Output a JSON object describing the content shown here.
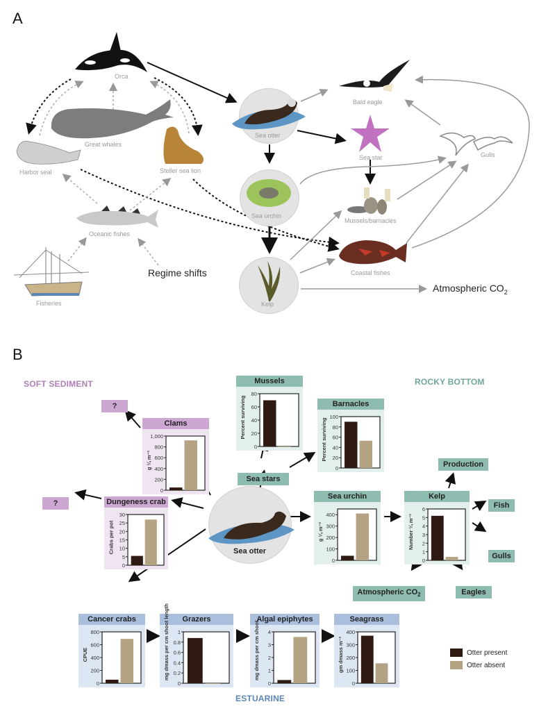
{
  "panel_a": {
    "letter": "A",
    "nodes": {
      "orca": "Orca",
      "great_whales": "Great whales",
      "harbor_seal": "Harbor seal",
      "steller_sea_lion": "Steller sea lion",
      "oceanic_fishes": "Oceanic fishes",
      "fisheries": "Fisheries",
      "regime_shifts": "Regime shifts",
      "sea_otter": "Sea otter",
      "sea_urchin": "Sea urchin",
      "kelp": "Kelp",
      "bald_eagle": "Bald eagle",
      "sea_star": "Sea star",
      "mussels_barnacles": "Mussels/barnacles",
      "coastal_fishes": "Coastal fishes",
      "gulls": "Gulls",
      "atmospheric_co2": "Atmospheric CO",
      "co2_subscript": "2"
    }
  },
  "panel_b": {
    "letter": "B",
    "regions": {
      "soft_sediment": "SOFT SEDIMENT",
      "rocky_bottom": "ROCKY BOTTOM",
      "estuarine": "ESTUARINE"
    },
    "colors": {
      "soft_sediment_header": "#cba7d1",
      "soft_sediment_body": "#efe5f1",
      "rocky_header": "#8fbcb0",
      "rocky_body": "#e3efec",
      "estuarine_header": "#a9bfdc",
      "estuarine_body": "#dde7f3",
      "otter_present": "#2e1a12",
      "otter_absent": "#b3a383",
      "soft_text": "#b07fb8",
      "rocky_text": "#6fa79a",
      "estuarine_text": "#5b86b5"
    },
    "center_label": "Sea otter",
    "tags": {
      "unknown_top": "?",
      "unknown_left": "?",
      "sea_stars": "Sea stars",
      "production": "Production",
      "fish": "Fish",
      "gulls": "Gulls",
      "eagles": "Eagles",
      "atmospheric_co2": "Atmospheric CO",
      "co2_subscript": "2"
    },
    "legend": {
      "otter_present": "Otter present",
      "otter_absent": "Otter absent"
    }
  },
  "chart_data": [
    {
      "type": "bar",
      "title": "Clams",
      "ylabel": "g ¼ m⁻²",
      "categories": [
        "Otter present",
        "Otter absent"
      ],
      "values": [
        50,
        920
      ],
      "ylim": [
        0,
        1000
      ],
      "yticks": [
        "0",
        "200",
        "400",
        "600",
        "800",
        "1,000"
      ],
      "habitat": "soft_sediment"
    },
    {
      "type": "bar",
      "title": "Dungeness crab",
      "ylabel": "Crabs per pot",
      "categories": [
        "Otter present",
        "Otter absent"
      ],
      "values": [
        5.5,
        27
      ],
      "ylim": [
        0,
        30
      ],
      "yticks": [
        "0",
        "5",
        "10",
        "15",
        "20",
        "25",
        "30"
      ],
      "habitat": "soft_sediment"
    },
    {
      "type": "bar",
      "title": "Mussels",
      "ylabel": "Percent surviving",
      "categories": [
        "Otter present",
        "Otter absent"
      ],
      "values": [
        70,
        0
      ],
      "ylim": [
        0,
        80
      ],
      "yticks": [
        "0",
        "20",
        "40",
        "60",
        "80"
      ],
      "habitat": "rocky_bottom"
    },
    {
      "type": "bar",
      "title": "Barnacles",
      "ylabel": "Percent surviving",
      "categories": [
        "Otter present",
        "Otter absent"
      ],
      "values": [
        90,
        53
      ],
      "ylim": [
        0,
        100
      ],
      "yticks": [
        "0",
        "20",
        "40",
        "60",
        "80",
        "100"
      ],
      "habitat": "rocky_bottom"
    },
    {
      "type": "bar",
      "title": "Sea urchin",
      "ylabel": "g ¼ m⁻²",
      "categories": [
        "Otter present",
        "Otter absent"
      ],
      "values": [
        40,
        410
      ],
      "ylim": [
        0,
        450
      ],
      "yticks": [
        "0",
        "100",
        "200",
        "300",
        "400"
      ],
      "habitat": "rocky_bottom"
    },
    {
      "type": "bar",
      "title": "Kelp",
      "ylabel": "Number ¼ m⁻²",
      "categories": [
        "Otter present",
        "Otter absent"
      ],
      "values": [
        5.2,
        0.4
      ],
      "ylim": [
        0,
        6
      ],
      "yticks": [
        "0",
        "1",
        "2",
        "3",
        "4",
        "5",
        "6"
      ],
      "habitat": "rocky_bottom"
    },
    {
      "type": "bar",
      "title": "Cancer crabs",
      "ylabel": "CPUE",
      "categories": [
        "Otter present",
        "Otter absent"
      ],
      "values": [
        55,
        690
      ],
      "ylim": [
        0,
        800
      ],
      "yticks": [
        "0",
        "200",
        "400",
        "600",
        "800"
      ],
      "habitat": "estuarine"
    },
    {
      "type": "bar",
      "title": "Grazers",
      "ylabel": "mg dmass per cm shoot length",
      "categories": [
        "Otter present",
        "Otter absent"
      ],
      "values": [
        0.88,
        0
      ],
      "ylim": [
        0,
        1
      ],
      "yticks": [
        "0",
        "0.2",
        "0.4",
        "0.6",
        "0.8",
        "1"
      ],
      "habitat": "estuarine"
    },
    {
      "type": "bar",
      "title": "Algal epiphytes",
      "ylabel": "mg dmass per cm shoot",
      "categories": [
        "Otter present",
        "Otter absent"
      ],
      "values": [
        0.25,
        3.6
      ],
      "ylim": [
        0,
        4
      ],
      "yticks": [
        "0",
        "1",
        "2",
        "3",
        "4"
      ],
      "habitat": "estuarine"
    },
    {
      "type": "bar",
      "title": "Seagrass",
      "ylabel": "gm dmass m⁻²",
      "categories": [
        "Otter present",
        "Otter absent"
      ],
      "values": [
        370,
        155
      ],
      "ylim": [
        0,
        400
      ],
      "yticks": [
        "0",
        "100",
        "200",
        "300",
        "400"
      ],
      "habitat": "estuarine"
    }
  ]
}
